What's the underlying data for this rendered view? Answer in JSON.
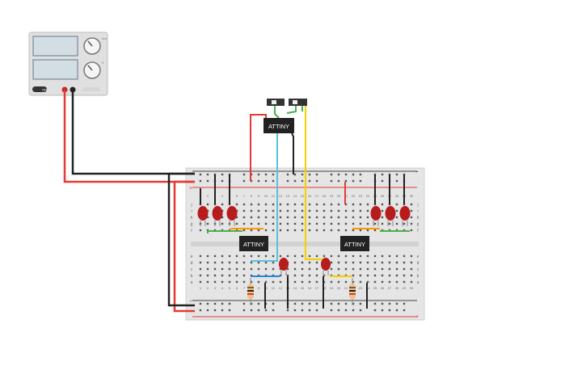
{
  "canvas": {
    "background": "#ffffff"
  },
  "power_supply": {
    "top_knob_label": "mA",
    "bottom_knob_label": "V",
    "power_button": "ON",
    "body_color": "#e0e0e0",
    "display_color": "#d3dde4"
  },
  "chips": {
    "top": "ATTINY",
    "left": "ATTINY",
    "right": "ATTINY"
  },
  "breadboard": {
    "row_letters_top": [
      "j",
      "i",
      "h",
      "g",
      "f"
    ],
    "row_letters_bottom": [
      "e",
      "d",
      "c",
      "b",
      "a"
    ],
    "rail_plus": "+",
    "rail_minus": "−",
    "column_numbers": [
      "1",
      "2",
      "3",
      "4",
      "5",
      "6",
      "7",
      "8",
      "9",
      "10",
      "11",
      "12",
      "13",
      "14",
      "15",
      "16",
      "17",
      "18",
      "19",
      "20",
      "21",
      "22",
      "23",
      "24",
      "25",
      "26",
      "27",
      "28",
      "29",
      "30"
    ]
  },
  "components": {
    "led_icon": "red-led-icon",
    "resistor_icon": "resistor-icon",
    "switch_icon": "slide-switch-icon",
    "led_color": "#b71c1c"
  },
  "wire_colors": {
    "red": "#e53935",
    "black": "#222222",
    "cyan": "#5bc0de",
    "yellow": "#f5d000",
    "green": "#4caf50",
    "blue": "#1e88e5",
    "orange": "#ff9800"
  }
}
